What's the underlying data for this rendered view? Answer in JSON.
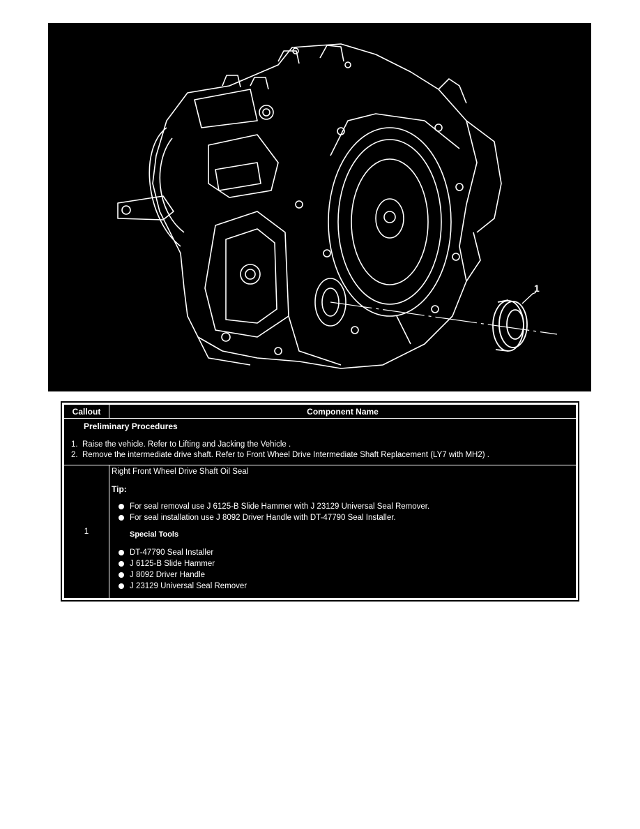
{
  "figure": {
    "callout_number": "1",
    "background": "#000000",
    "line_color": "#ffffff"
  },
  "table": {
    "headers": {
      "callout": "Callout",
      "component": "Component Name"
    },
    "preliminary": {
      "title": "Preliminary Procedures",
      "steps": [
        {
          "num": "1.",
          "text": "Raise the vehicle. Refer to Lifting and Jacking the Vehicle ."
        },
        {
          "num": "2.",
          "text": "Remove the intermediate drive shaft. Refer to Front Wheel Drive Intermediate Shaft Replacement (LY7 with MH2) ."
        }
      ]
    },
    "row1": {
      "callout": "1",
      "component": "Right Front Wheel Drive Shaft Oil Seal",
      "tip_label": "Tip:",
      "tips": [
        "For seal removal use J 6125-B Slide Hammer with J 23129 Universal Seal Remover.",
        "For seal installation use J 8092 Driver Handle with DT-47790 Seal Installer."
      ],
      "special_tools_label": "Special Tools",
      "special_tools": [
        "DT-47790 Seal Installer",
        "J 6125-B Slide Hammer",
        "J 8092 Driver Handle",
        "J 23129 Universal Seal Remover"
      ]
    }
  }
}
